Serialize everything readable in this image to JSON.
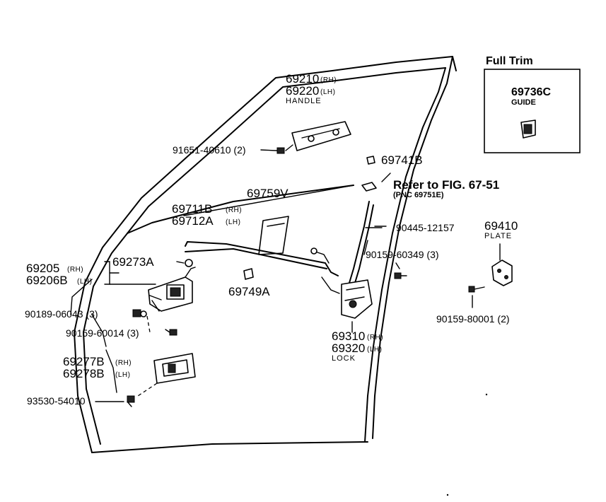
{
  "inset": {
    "title": "Full Trim",
    "part": "69736C",
    "name": "GUIDE"
  },
  "parts": {
    "handle_rh": "69210",
    "handle_lh": "69220",
    "handle_name": "HANDLE",
    "screw_handle": "91651-40610 (2)",
    "p69741b": "69741B",
    "refer": "Refer to FIG. 67-51",
    "refer_pnc": "(PNC 69751E)",
    "p69759v": "69759V",
    "rod_rh": "69711B",
    "rod_lh": "69712A",
    "p90445": "90445-12157",
    "p69410": "69410",
    "plate_name": "PLATE",
    "screw_90159_60349": "90159-60349 (3)",
    "p69273a": "69273A",
    "inner_rh": "69205",
    "inner_lh": "69206B",
    "p69749a": "69749A",
    "screw_90159_80001": "90159-80001 (2)",
    "nut_90189": "90189-06043 (3)",
    "screw_90159_60014": "90159-60014 (3)",
    "lock_rh": "69310",
    "lock_lh": "69320",
    "lock_name": "LOCK",
    "bezel_rh": "69277B",
    "bezel_lh": "69278B",
    "screw_93530": "93530-54010"
  },
  "sides": {
    "rh": "(RH)",
    "lh": "(LH)"
  }
}
